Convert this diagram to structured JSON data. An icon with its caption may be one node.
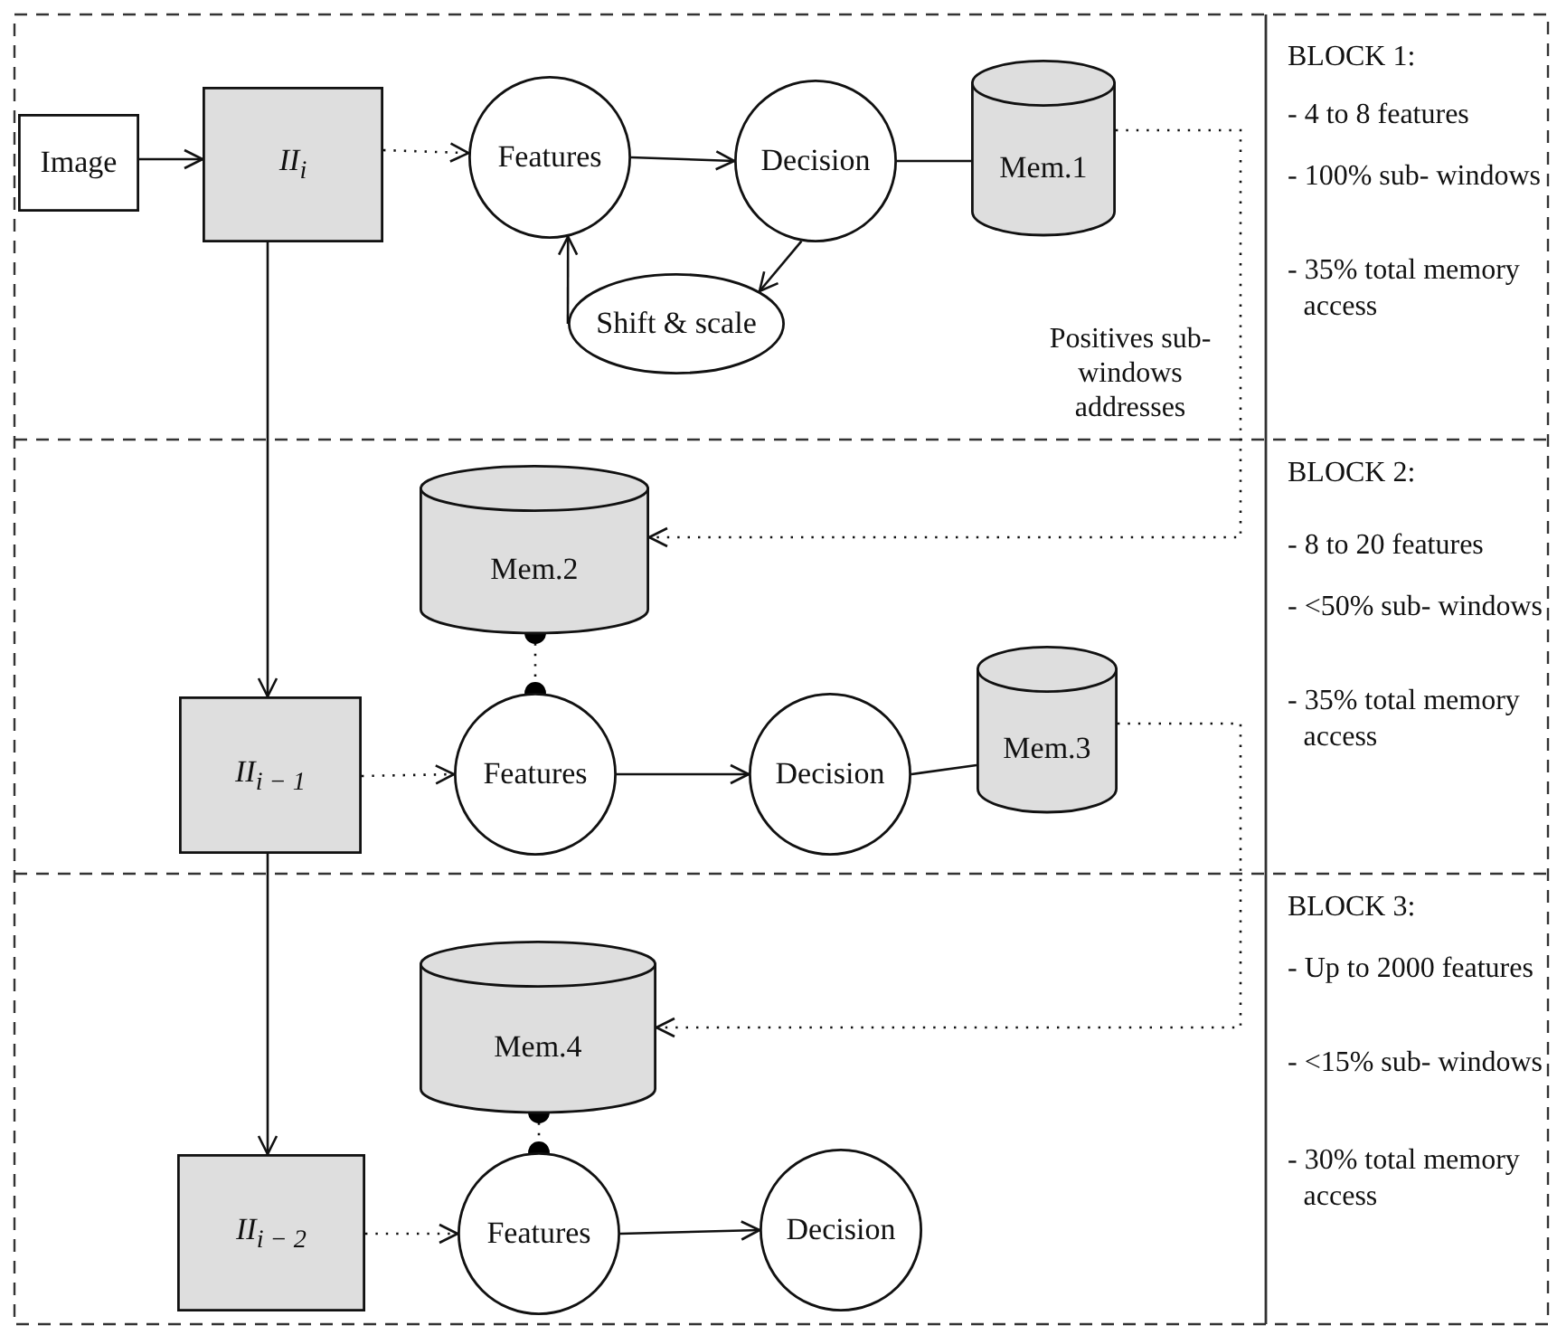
{
  "diagram": {
    "nodes": [
      {
        "text": [
          "Image"
        ]
      },
      {
        "text": [
          "II$_{i}$"
        ]
      },
      {
        "text": [
          "Features"
        ]
      },
      {
        "text": [
          "Decision"
        ]
      },
      {
        "text": [
          "Mem.1"
        ]
      },
      {
        "text": [
          "Shift & scale"
        ]
      },
      {
        "text": [
          "Mem.2"
        ]
      },
      {
        "text": [
          "II$_{i − 1}$"
        ]
      },
      {
        "text": [
          "Features"
        ]
      },
      {
        "text": [
          "Decision"
        ]
      },
      {
        "text": [
          "Mem.3"
        ]
      },
      {
        "text": [
          "Mem.4"
        ]
      },
      {
        "text": [
          "II$_{i − 2}$"
        ]
      },
      {
        "text": [
          "Features"
        ]
      },
      {
        "text": [
          "Decision"
        ]
      }
    ],
    "edges": [
      {
        "from": 0,
        "to": 1,
        "arrow": "to"
      },
      {
        "from": 1,
        "to": 2,
        "arrow": "to",
        "style": "dashed"
      },
      {
        "from": 2,
        "to": 3,
        "arrow": "to"
      },
      {
        "from": 3,
        "to": 4,
        "arrow": "none"
      },
      {
        "from": 3,
        "to": 5,
        "arrow": "to"
      },
      {
        "from": 5,
        "to": 2,
        "arrow": "to"
      },
      {
        "from": 4,
        "to": 6,
        "arrow": "to",
        "style": "dashed",
        "label": "Positives sub- windows addresses"
      },
      {
        "from": 1,
        "to": 7,
        "arrow": "to"
      },
      {
        "from": 7,
        "to": 8,
        "arrow": "to",
        "style": "dashed"
      },
      {
        "from": 8,
        "to": 9,
        "arrow": "to"
      },
      {
        "from": 9,
        "to": 10,
        "arrow": "none"
      },
      {
        "from": 6,
        "to": 8,
        "arrow": "other",
        "style": "dashed"
      },
      {
        "from": 10,
        "to": 11,
        "arrow": "to",
        "style": "dashed"
      },
      {
        "from": 7,
        "to": 12,
        "arrow": "to"
      },
      {
        "from": 12,
        "to": 13,
        "arrow": "to",
        "style": "dashed"
      },
      {
        "from": 13,
        "to": 14,
        "arrow": "to"
      },
      {
        "from": 11,
        "to": 13,
        "arrow": "other",
        "style": "dashed"
      }
    ],
    "labels": [
      "BLOCK 1:",
      "- 4 to 8 features",
      "- 100% sub- windows",
      "- 35% total memory access",
      "BLOCK 2:",
      "- 8 to 20 features",
      "- <50% sub- windows",
      "- 35% total memory access",
      "BLOCK 3:",
      "- Up to 2000 features",
      "- <15% sub- windows",
      "- 30% total memory access"
    ]
  }
}
